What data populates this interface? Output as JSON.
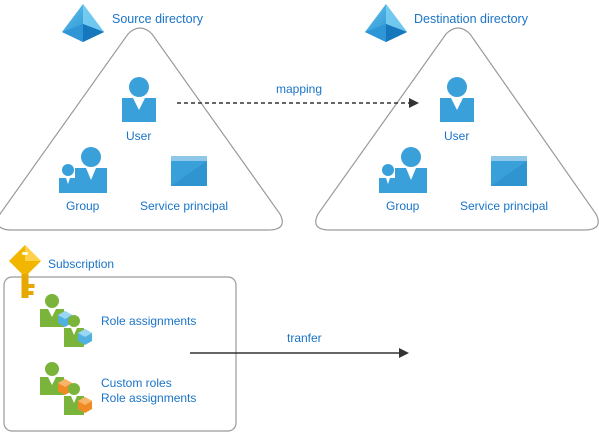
{
  "source_directory": {
    "title": "Source directory",
    "user_label": "User",
    "group_label": "Group",
    "service_principal_label": "Service principal"
  },
  "destination_directory": {
    "title": "Destination directory",
    "user_label": "User",
    "group_label": "Group",
    "service_principal_label": "Service principal"
  },
  "mapping_label": "mapping",
  "subscription": {
    "title": "Subscription",
    "role_assignments_label": "Role assignments",
    "custom_roles_label": "Custom roles",
    "custom_role_assignments_label": "Role assignments"
  },
  "transfer_label": "tranfer",
  "colors": {
    "label_blue": "#1a74c7",
    "icon_blue": "#3aa0d9",
    "icon_blue_dark": "#1e7fc0",
    "outline_gray": "#9a9a9a",
    "key_gold": "#f2b600",
    "person_green": "#7bb43b",
    "cube_blue": "#50b0e0",
    "cube_orange": "#f08a24"
  },
  "icons": {
    "directory": "azure-ad-pyramid-icon",
    "user": "user-icon",
    "group": "group-icon",
    "service_principal": "window-icon",
    "subscription": "key-icon",
    "role_assignment": "role-assignment-icon",
    "custom_role": "custom-role-icon"
  }
}
